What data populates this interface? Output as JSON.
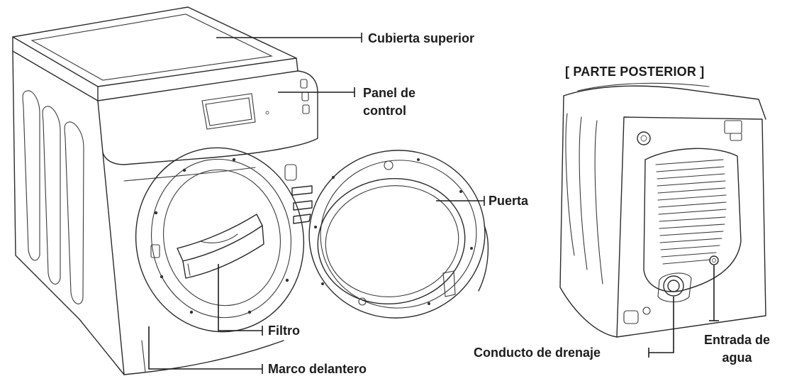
{
  "labels": {
    "top_cover": "Cubierta superior",
    "control_panel_line1": "Panel de",
    "control_panel_line2": "control",
    "door": "Puerta",
    "filter": "Filtro",
    "front_frame": "Marco delantero",
    "rear_title": "[ PARTE POSTERIOR ]",
    "drain_duct": "Conducto de drenaje",
    "water_inlet_line1": "Entrada de",
    "water_inlet_line2": "agua"
  },
  "illustrations": {
    "front_view": "washer-front-with-open-door",
    "rear_view": "washer-rear-view"
  }
}
